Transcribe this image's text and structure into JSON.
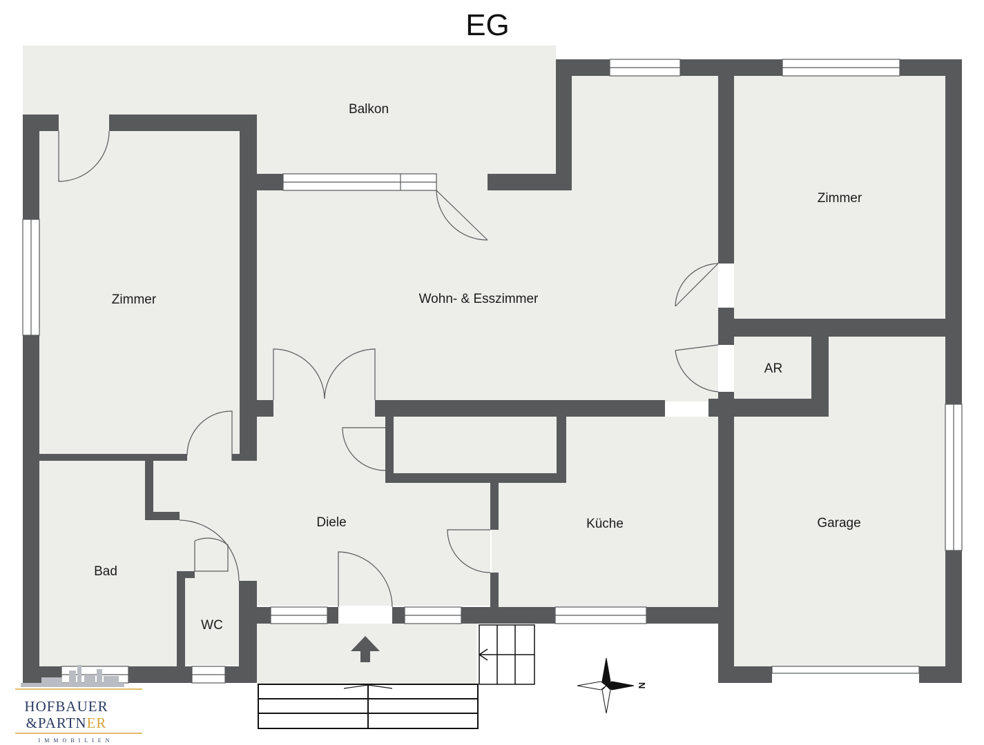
{
  "title": "EG",
  "rooms": {
    "balkon": "Balkon",
    "zimmer_left": "Zimmer",
    "wohn_ess": "Wohn- & Esszimmer",
    "zimmer_right": "Zimmer",
    "ar": "AR",
    "diele": "Diele",
    "kueche": "Küche",
    "garage": "Garage",
    "bad": "Bad",
    "wc": "WC"
  },
  "compass": {
    "label": "N"
  },
  "logo": {
    "line1": "HOFBAUER",
    "line2a": "&PARTN",
    "line2b": "ER",
    "line3": "IMMOBILIEN"
  },
  "colors": {
    "wall": "#58595b",
    "floor": "#ededea",
    "window": "#ffffff",
    "logo_blue": "#2b3b63",
    "logo_gold": "#d7a43c"
  }
}
